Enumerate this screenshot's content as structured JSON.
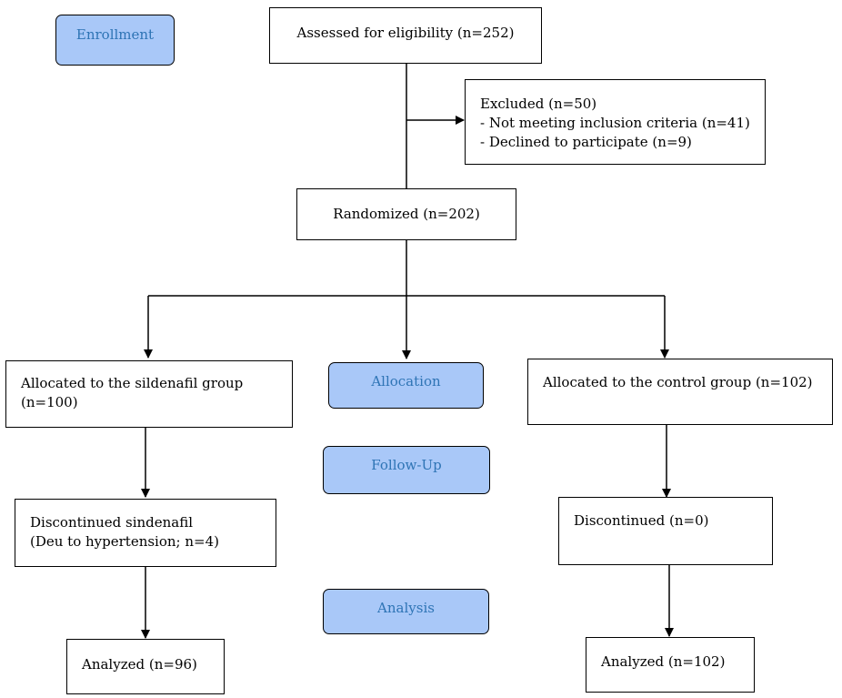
{
  "stages": {
    "enrollment": "Enrollment",
    "allocation": "Allocation",
    "follow_up": "Follow-Up",
    "analysis": "Analysis"
  },
  "boxes": {
    "assessed": "Assessed for eligibility (n=252)",
    "excluded": {
      "title": "Excluded (n=50)",
      "items": [
        "- Not meeting inclusion criteria (n=41)",
        "- Declined to participate (n=9)"
      ]
    },
    "randomized": "Randomized (n=202)",
    "sildenafil_group": {
      "line1": "Allocated to the sildenafil group",
      "line2": "(n=100)"
    },
    "control_group": "Allocated to the control group (n=102)",
    "sildenafil_discontinued": {
      "line1": "Discontinued sindenafil",
      "line2": "(Deu to hypertension; n=4)"
    },
    "control_discontinued": "Discontinued (n=0)",
    "sildenafil_analyzed": "Analyzed (n=96)",
    "control_analyzed": "Analyzed (n=102)"
  },
  "colors": {
    "stage_fill": "#a9c8f8",
    "stage_text": "#2e74b5",
    "line": "#000000"
  }
}
